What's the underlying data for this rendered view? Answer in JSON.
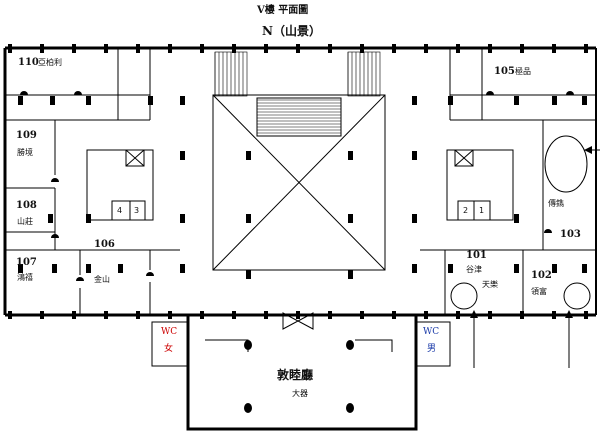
{
  "header": {
    "title": "V樓 平面圖",
    "subtitle": "N（山景）"
  },
  "rooms": {
    "r110": {
      "num": "110",
      "name": "亞柏利"
    },
    "r105": {
      "num": "105",
      "name": "極品"
    },
    "r109": {
      "num": "109",
      "name": "勝境"
    },
    "r108": {
      "num": "108",
      "name": "山莊"
    },
    "r107": {
      "num": "107",
      "name": "鴻禧"
    },
    "r106": {
      "num": "106",
      "name": "金山"
    },
    "r103": {
      "num": "103",
      "name": "傳鐫"
    },
    "r101": {
      "num": "101",
      "name": "谷津",
      "name2": "天樂"
    },
    "r102": {
      "num": "102",
      "name": "領富"
    }
  },
  "elevators": {
    "left": [
      "4",
      "3"
    ],
    "right": [
      "2",
      "1"
    ]
  },
  "wc": {
    "women_label": "WC",
    "women_sym": "女",
    "men_label": "WC",
    "men_sym": "男",
    "women_color": "#cc0000",
    "men_color": "#1a3aa8"
  },
  "hall": {
    "name": "敦睦廳",
    "sub": "大器"
  }
}
